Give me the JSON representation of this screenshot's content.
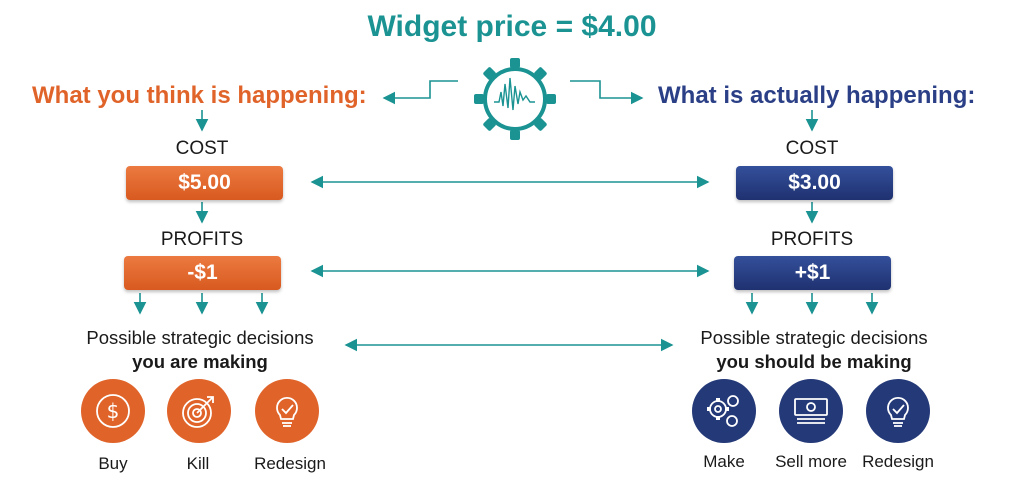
{
  "title": "Widget price = $4.00",
  "left": {
    "heading": "What you think is happening:",
    "cost_label": "COST",
    "cost_value": "$5.00",
    "profits_label": "PROFITS",
    "profits_value": "-$1",
    "decisions_line1": "Possible strategic decisions",
    "decisions_line2": "you are making",
    "options": [
      {
        "label": "Buy",
        "icon": "dollar-icon"
      },
      {
        "label": "Kill",
        "icon": "target-icon"
      },
      {
        "label": "Redesign",
        "icon": "lightbulb-icon"
      }
    ]
  },
  "right": {
    "heading": "What is actually happening:",
    "cost_label": "COST",
    "cost_value": "$3.00",
    "profits_label": "PROFITS",
    "profits_value": "+$1",
    "decisions_line1": "Possible strategic decisions",
    "decisions_line2": "you should be making",
    "options": [
      {
        "label": "Make",
        "icon": "gears-icon"
      },
      {
        "label": "Sell more",
        "icon": "banknote-icon"
      },
      {
        "label": "Redesign",
        "icon": "lightbulb-icon"
      }
    ]
  },
  "colors": {
    "teal": "#1b9393",
    "orange": "#e0642a",
    "navy": "#2a3f86"
  }
}
